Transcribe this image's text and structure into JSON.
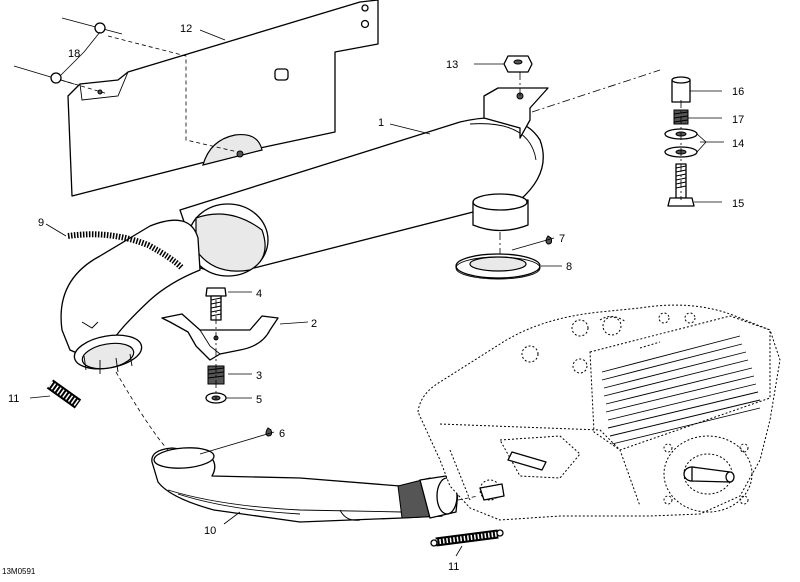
{
  "diagram": {
    "reference_code": "13M0591",
    "callouts": [
      {
        "id": "c1",
        "text": "1"
      },
      {
        "id": "c2",
        "text": "2"
      },
      {
        "id": "c3",
        "text": "3"
      },
      {
        "id": "c4",
        "text": "4"
      },
      {
        "id": "c5",
        "text": "5"
      },
      {
        "id": "c6",
        "text": "6"
      },
      {
        "id": "c7",
        "text": "7"
      },
      {
        "id": "c8",
        "text": "8"
      },
      {
        "id": "c9",
        "text": "9"
      },
      {
        "id": "c10",
        "text": "10"
      },
      {
        "id": "c11a",
        "text": "11"
      },
      {
        "id": "c11b",
        "text": "11"
      },
      {
        "id": "c12",
        "text": "12"
      },
      {
        "id": "c13",
        "text": "13"
      },
      {
        "id": "c14",
        "text": "14"
      },
      {
        "id": "c15",
        "text": "15"
      },
      {
        "id": "c16",
        "text": "16"
      },
      {
        "id": "c17",
        "text": "17"
      },
      {
        "id": "c18",
        "text": "18"
      }
    ]
  }
}
